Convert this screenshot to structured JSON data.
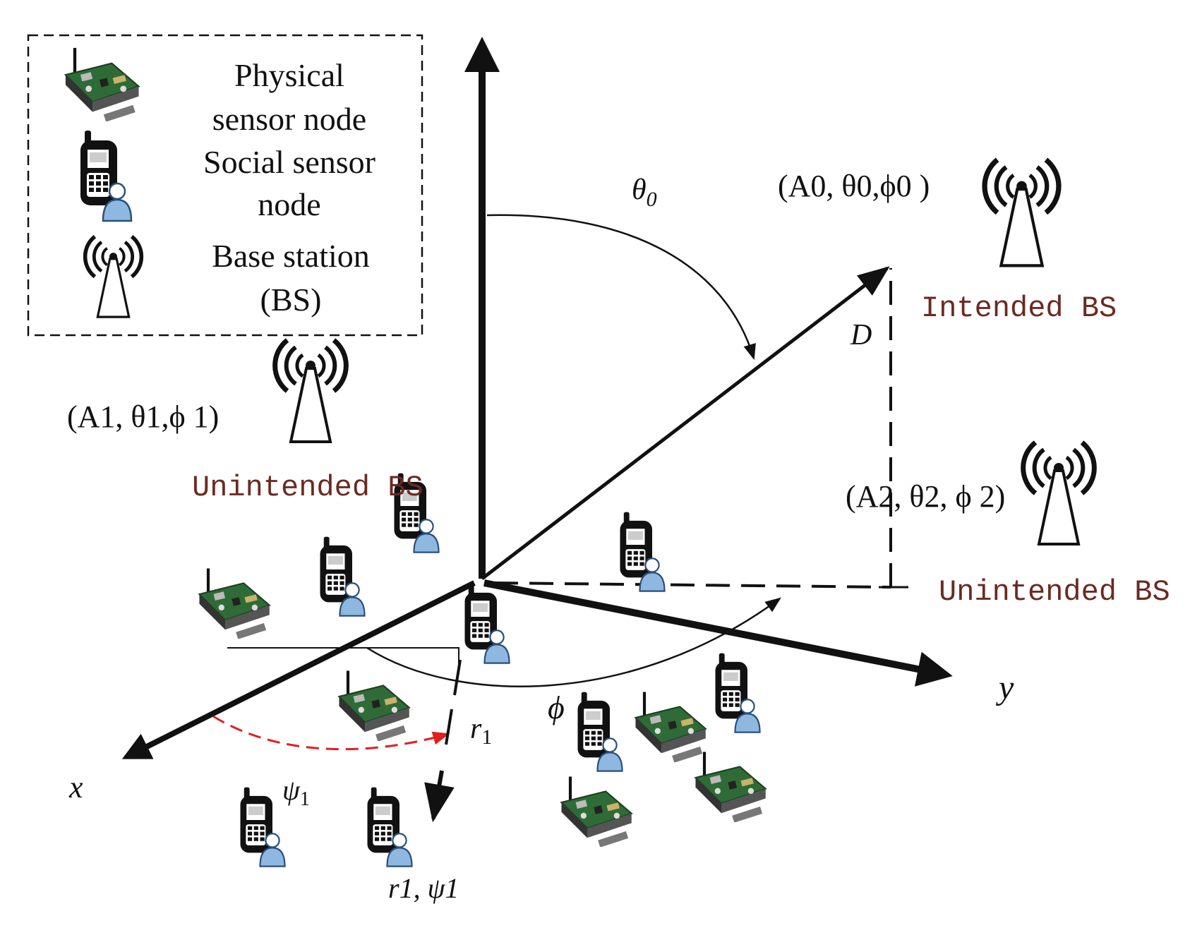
{
  "legend": {
    "physical_line1": "Physical",
    "physical_line2": "sensor node",
    "social_line1": "Social sensor",
    "social_line2": "node",
    "bs_line1": "Base station",
    "bs_line2": "(BS)"
  },
  "labels": {
    "theta0": "θ",
    "theta0_sub": "0",
    "intended_coord": "(A0, θ0,ϕ0 )",
    "intended_bs": "Intended BS",
    "d": "D",
    "unintended1_coord": "(A1, θ1,ϕ 1)",
    "unintended1_bs": "Unintended BS",
    "unintended2_coord": "(A2, θ2, ϕ 2)",
    "unintended2_bs": "Unintended BS",
    "axis_x": "x",
    "axis_y": "y",
    "phi": "ϕ",
    "r1": "r",
    "r1_sub": "1",
    "psi1": "ψ",
    "psi1_sub": "1",
    "r1psi1": "r1, ψ1"
  },
  "colors": {
    "ink": "#111111",
    "bs_label": "#6b2a22",
    "psi_arc": "#e02020",
    "board": "#2f6b36",
    "person_shirt": "#8fb8e0"
  },
  "icons": {
    "physical": "sensor-board-icon",
    "social": "phone-user-icon",
    "bs": "antenna-tower-icon"
  }
}
